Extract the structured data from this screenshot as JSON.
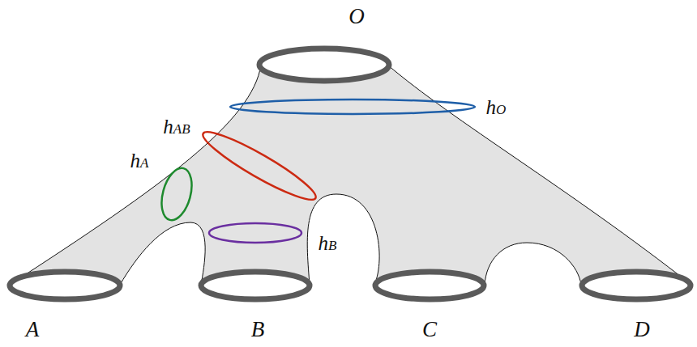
{
  "diagram": {
    "labels": [
      "O",
      "hO",
      "hAB",
      "hA",
      "hB",
      "A",
      "B",
      "C",
      "D"
    ]
  }
}
